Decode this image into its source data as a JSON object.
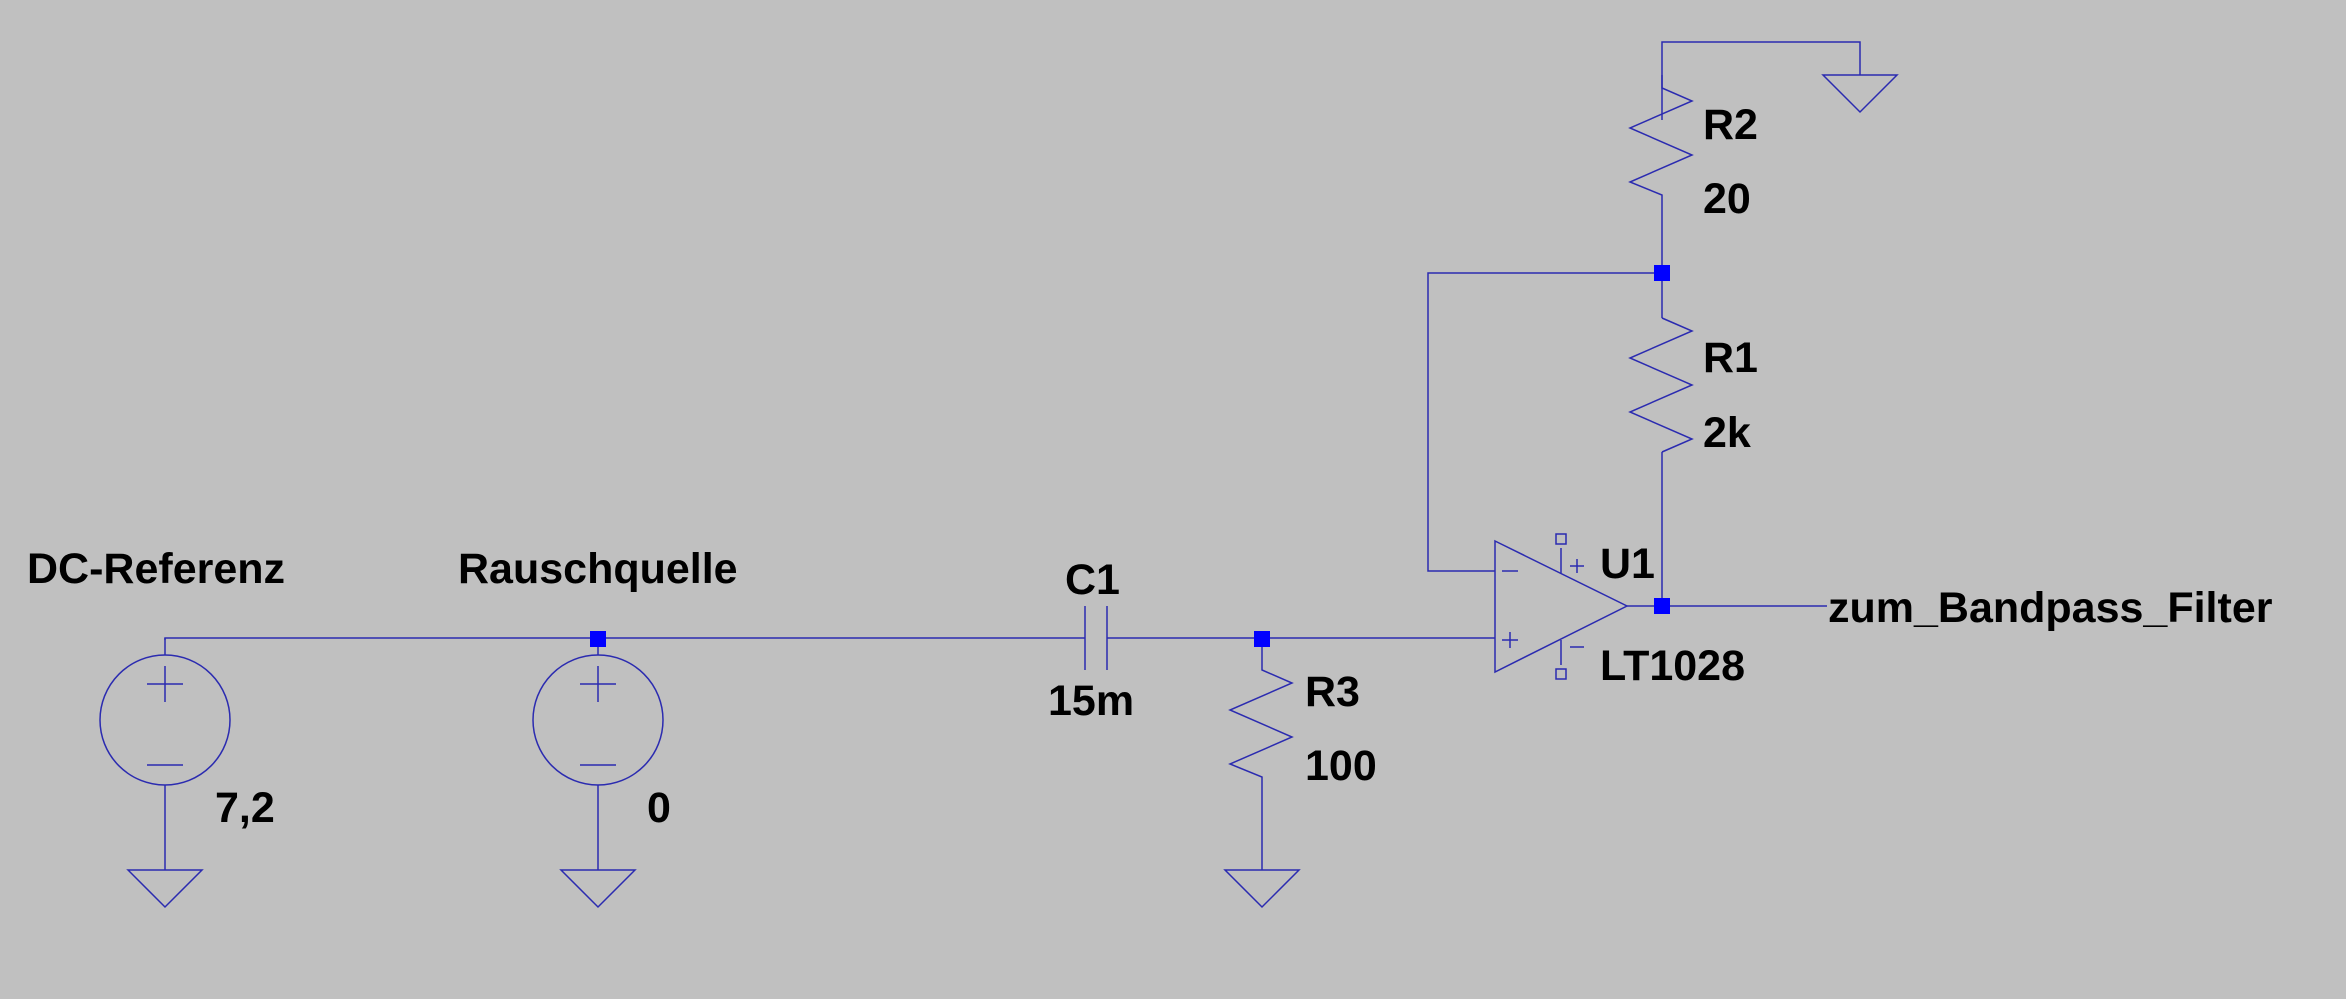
{
  "components": {
    "dc_source": {
      "name": "DC-Referenz",
      "value": "7,2"
    },
    "noise_source": {
      "name": "Rauschquelle",
      "value": "0"
    },
    "c1": {
      "name": "C1",
      "value": "15m"
    },
    "r3": {
      "name": "R3",
      "value": "100"
    },
    "r1": {
      "name": "R1",
      "value": "2k"
    },
    "r2": {
      "name": "R2",
      "value": "20"
    },
    "u1": {
      "name": "U1",
      "value": "LT1028"
    }
  },
  "net_labels": {
    "output": "zum_Bandpass_Filter"
  },
  "colors": {
    "background": "#c0c0c0",
    "wire": "#2b2bb0",
    "junction": "#0000ff",
    "text": "#000000"
  }
}
